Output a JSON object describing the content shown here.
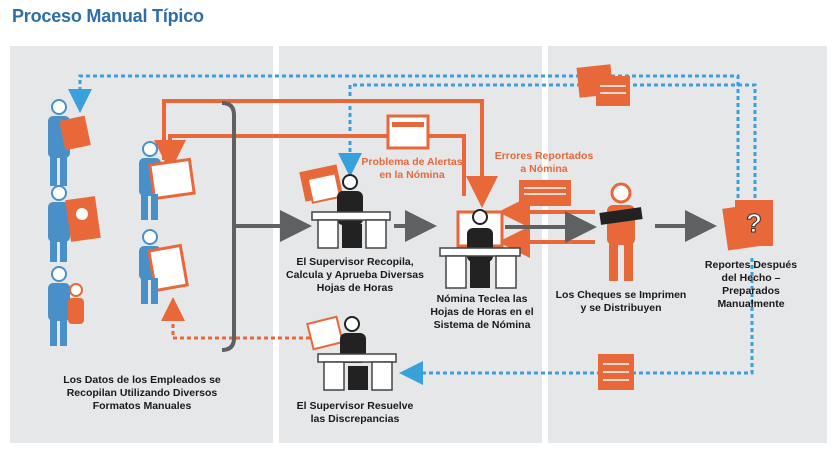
{
  "title": "Proceso Manual Típico",
  "captions": {
    "employees": "Los Datos de los Empleados se\nRecopilan Utilizando Diversos\nFormatos Manuales",
    "supervisor_compile": "El Supervisor Recopila,\nCalcula y Aprueba Diversas\nHojas de Horas",
    "payroll_keys": "Nómina Teclea las\nHojas de Horas en el\nSistema de Nómina",
    "checks": "Los Cheques se Imprimen\ny se Distribuyen",
    "reports": "Reportes Después\ndel Hecho –\nPreparados\nManualmente",
    "supervisor_resolve": "El Supervisor Resuelve\nlas Discrepancias",
    "alerts_problem": "Problema de Alertas\nen la Nómina",
    "errors_reported": "Errores Reportados\na Nómina"
  },
  "colors": {
    "title": "#2e6ea6",
    "person_blue": "#4a90c8",
    "accent_orange": "#e8683a",
    "dark_arrow": "#5f6062",
    "dotted_blue": "#3aa0dc",
    "panel_bg": "#e6e7e8"
  }
}
